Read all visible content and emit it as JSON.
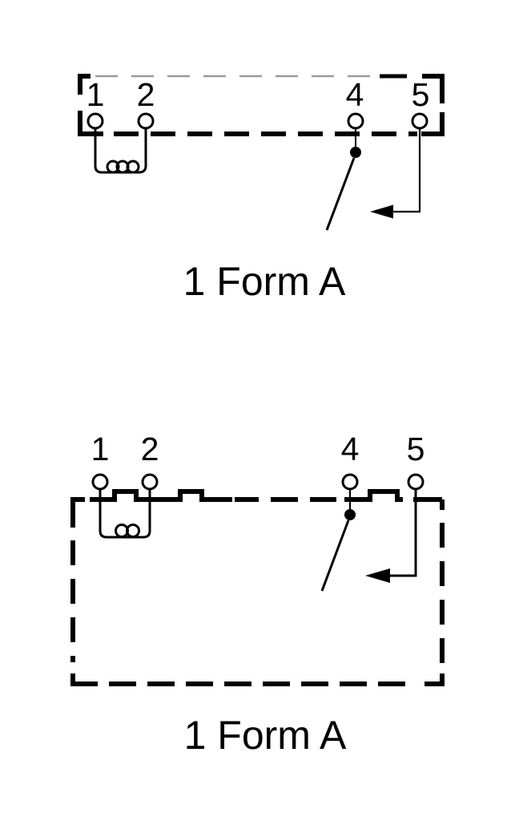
{
  "diagrams": [
    {
      "label": "1 Form A",
      "terminals": [
        "1",
        "2",
        "4",
        "5"
      ]
    },
    {
      "label": "1 Form A",
      "terminals": [
        "1",
        "2",
        "4",
        "5"
      ]
    }
  ],
  "colors": {
    "ink": "#000000",
    "faint_dash": "#9a9a9a",
    "background": "#ffffff"
  }
}
